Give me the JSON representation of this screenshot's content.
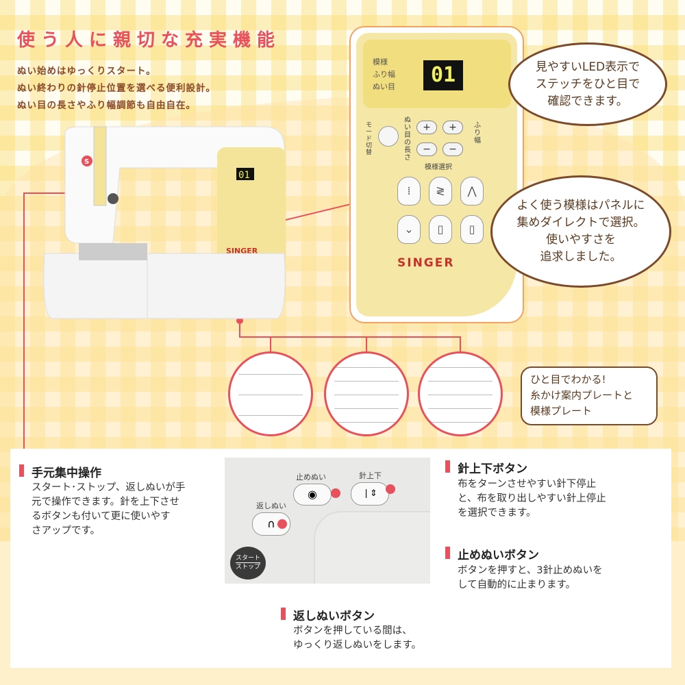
{
  "header": {
    "title": "使う人に親切な充実機能",
    "lines": [
      "ぬい始めはゆっくりスタート。",
      "ぬい終わりの針停止位置を選べる便利設計。",
      "ぬい目の長さやふり幅調節も自由自在。"
    ]
  },
  "panel": {
    "indicators": [
      "模様",
      "ふり幅",
      "ぬい目"
    ],
    "display": "01",
    "mode_label": "モード切替",
    "length_label": "ぬい目の長さ",
    "width_label": "ふり幅",
    "select_label": "模様選択",
    "plus": "+",
    "minus": "−",
    "brand": "SINGER",
    "accent": "#e8505b"
  },
  "bubbles": {
    "led": [
      "見やすいLED表示で",
      "ステッチをひと目で",
      "確認できます。"
    ],
    "patterns": [
      "よく使う模様はパネルに",
      "集めダイレクトで選択。",
      "使いやすさを",
      "追求しました。"
    ],
    "plates": [
      "ひと目でわかる!",
      "糸かけ案内プレートと",
      "模様プレート"
    ]
  },
  "features": {
    "hand": {
      "title": "手元集中操作",
      "text": [
        "スタート･ストップ、返しぬいが手",
        "元で操作できます。針を上下させ",
        "るボタンも付いて更に使いやす",
        "さアップです。"
      ]
    },
    "needle": {
      "title": "針上下ボタン",
      "text": [
        "布をターンさせやすい針下停止",
        "と、布を取り出しやすい針上停止",
        "を選択できます。"
      ]
    },
    "lock": {
      "title": "止めぬいボタン",
      "text": [
        "ボタンを押すと、3針止めぬいを",
        "して自動的に止まります。"
      ]
    },
    "reverse": {
      "title": "返しぬいボタン",
      "text": [
        "ボタンを押している間は、",
        "ゆっくり返しぬいをします。"
      ]
    }
  },
  "photo": {
    "lock_label": "止めぬい",
    "needle_label": "針上下",
    "reverse_label": "返しぬい",
    "start_top": "スタート",
    "start_bottom": "ストップ"
  }
}
